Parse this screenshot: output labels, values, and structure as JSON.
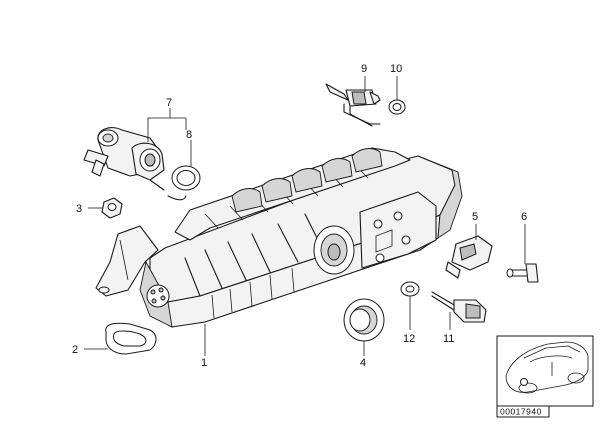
{
  "diagram": {
    "callouts": [
      {
        "id": "1",
        "label": "1"
      },
      {
        "id": "2",
        "label": "2"
      },
      {
        "id": "3",
        "label": "3"
      },
      {
        "id": "4",
        "label": "4"
      },
      {
        "id": "5",
        "label": "5"
      },
      {
        "id": "6",
        "label": "6"
      },
      {
        "id": "7",
        "label": "7"
      },
      {
        "id": "8",
        "label": "8"
      },
      {
        "id": "9",
        "label": "9"
      },
      {
        "id": "10",
        "label": "10"
      },
      {
        "id": "11",
        "label": "11"
      },
      {
        "id": "12",
        "label": "12"
      }
    ],
    "inset": {
      "reference_number": "00017940",
      "icon": "car-location-icon"
    }
  }
}
